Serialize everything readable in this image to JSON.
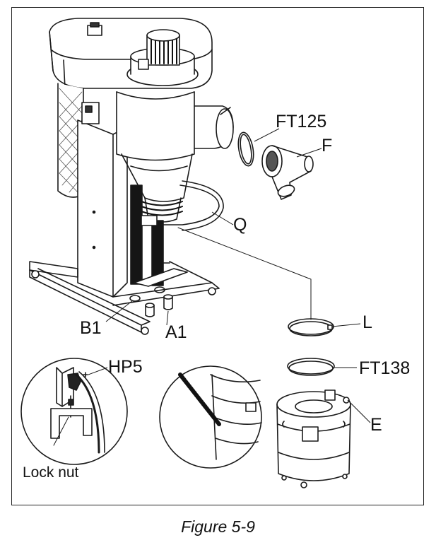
{
  "figure": {
    "caption": "Figure 5-9",
    "labels": {
      "ft125": "FT125",
      "f": "F",
      "q": "Q",
      "l": "L",
      "ft138": "FT138",
      "e": "E",
      "b1": "B1",
      "a1": "A1",
      "hp5": "HP5",
      "lock_nut": "Lock nut"
    }
  }
}
